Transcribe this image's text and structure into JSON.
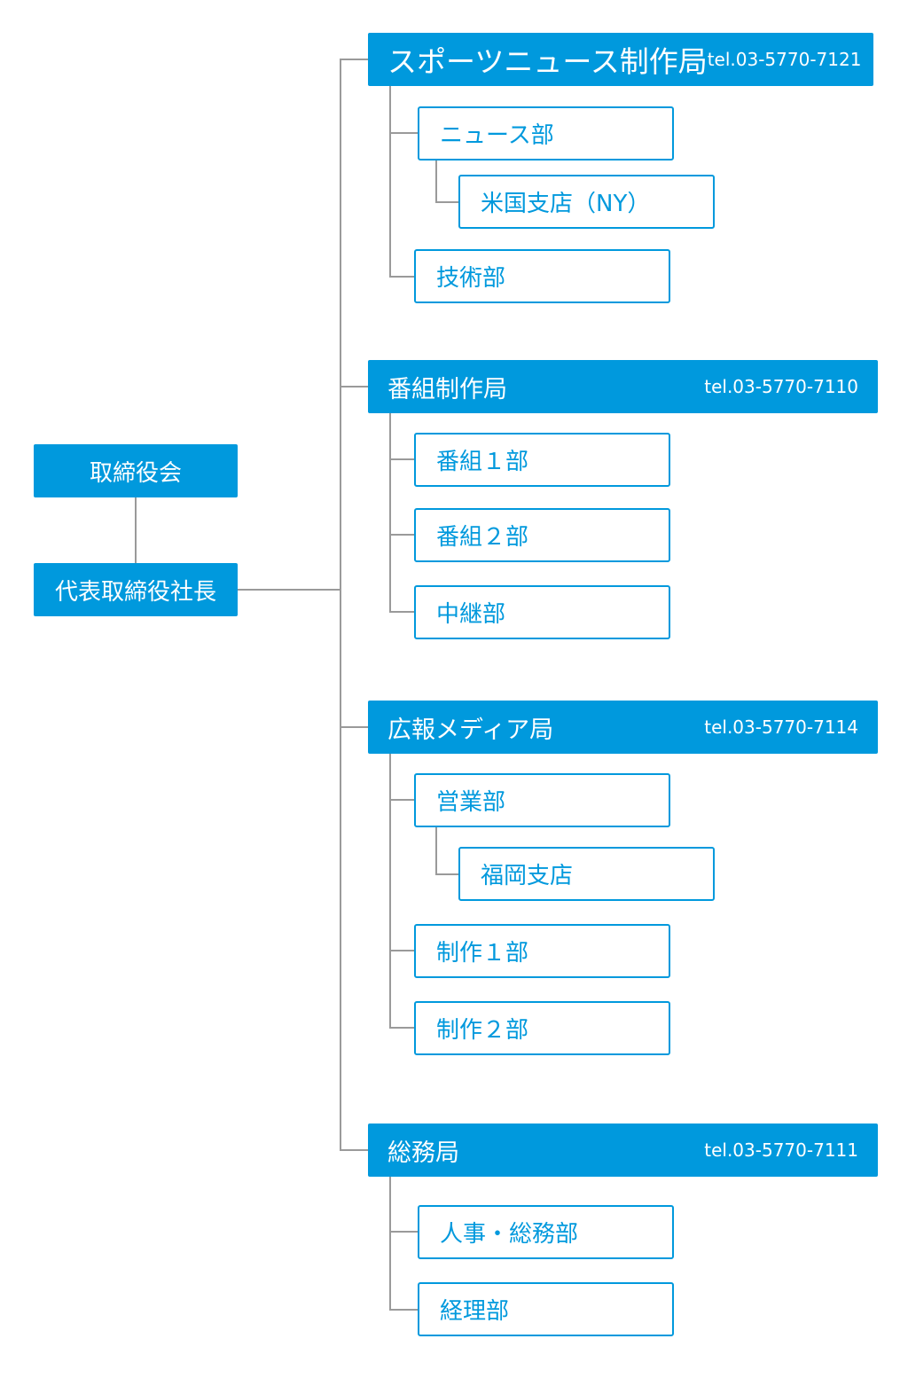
{
  "colors": {
    "primary": "#0099dd",
    "line": "#9a9a9a"
  },
  "board": "取締役会",
  "president": "代表取締役社長",
  "bureaus": [
    {
      "name": "スポーツニュース制作局",
      "tel": "tel.03-5770-7121",
      "departments": [
        {
          "name": "ニュース部",
          "children": [
            {
              "name": "米国支店（NY）"
            }
          ]
        },
        {
          "name": "技術部",
          "children": []
        }
      ]
    },
    {
      "name": "番組制作局",
      "tel": "tel.03-5770-7110",
      "departments": [
        {
          "name": "番組１部",
          "children": []
        },
        {
          "name": "番組２部",
          "children": []
        },
        {
          "name": "中継部",
          "children": []
        }
      ]
    },
    {
      "name": "広報メディア局",
      "tel": "tel.03-5770-7114",
      "departments": [
        {
          "name": "営業部",
          "children": [
            {
              "name": "福岡支店"
            }
          ]
        },
        {
          "name": "制作１部",
          "children": []
        },
        {
          "name": "制作２部",
          "children": []
        }
      ]
    },
    {
      "name": "総務局",
      "tel": "tel.03-5770-7111",
      "departments": [
        {
          "name": "人事・総務部",
          "children": []
        },
        {
          "name": "経理部",
          "children": []
        }
      ]
    }
  ]
}
